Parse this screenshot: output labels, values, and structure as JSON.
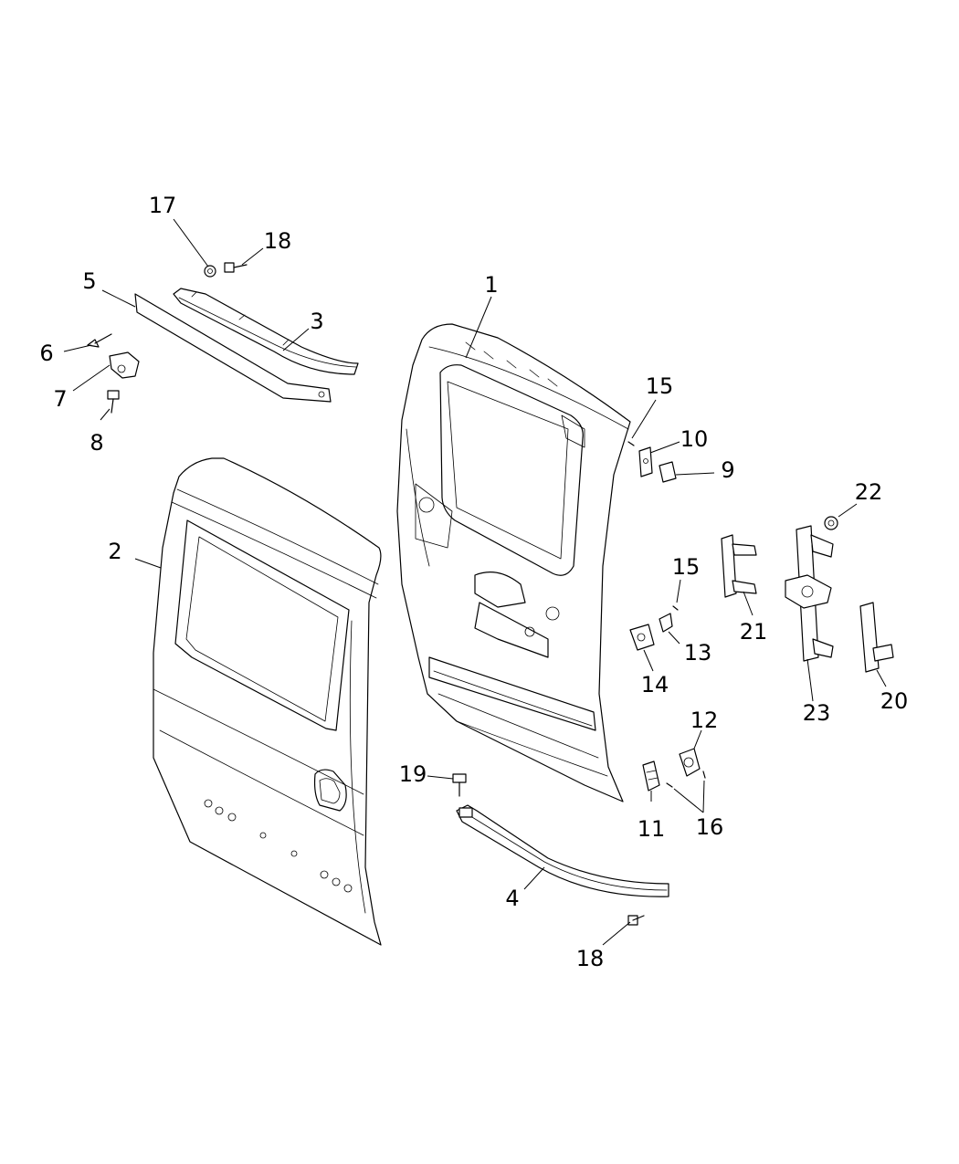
{
  "callouts": [
    {
      "id": "c1",
      "text": "1"
    },
    {
      "id": "c2",
      "text": "2"
    },
    {
      "id": "c3",
      "text": "3"
    },
    {
      "id": "c4",
      "text": "4"
    },
    {
      "id": "c5",
      "text": "5"
    },
    {
      "id": "c6",
      "text": "6"
    },
    {
      "id": "c7",
      "text": "7"
    },
    {
      "id": "c8",
      "text": "8"
    },
    {
      "id": "c9",
      "text": "9"
    },
    {
      "id": "c10",
      "text": "10"
    },
    {
      "id": "c11",
      "text": "11"
    },
    {
      "id": "c12",
      "text": "12"
    },
    {
      "id": "c13",
      "text": "13"
    },
    {
      "id": "c14",
      "text": "14"
    },
    {
      "id": "c15a",
      "text": "15"
    },
    {
      "id": "c15b",
      "text": "15"
    },
    {
      "id": "c16",
      "text": "16"
    },
    {
      "id": "c17",
      "text": "17"
    },
    {
      "id": "c18a",
      "text": "18"
    },
    {
      "id": "c18b",
      "text": "18"
    },
    {
      "id": "c19",
      "text": "19"
    },
    {
      "id": "c20",
      "text": "20"
    },
    {
      "id": "c21",
      "text": "21"
    },
    {
      "id": "c22",
      "text": "22"
    },
    {
      "id": "c23",
      "text": "23"
    }
  ]
}
